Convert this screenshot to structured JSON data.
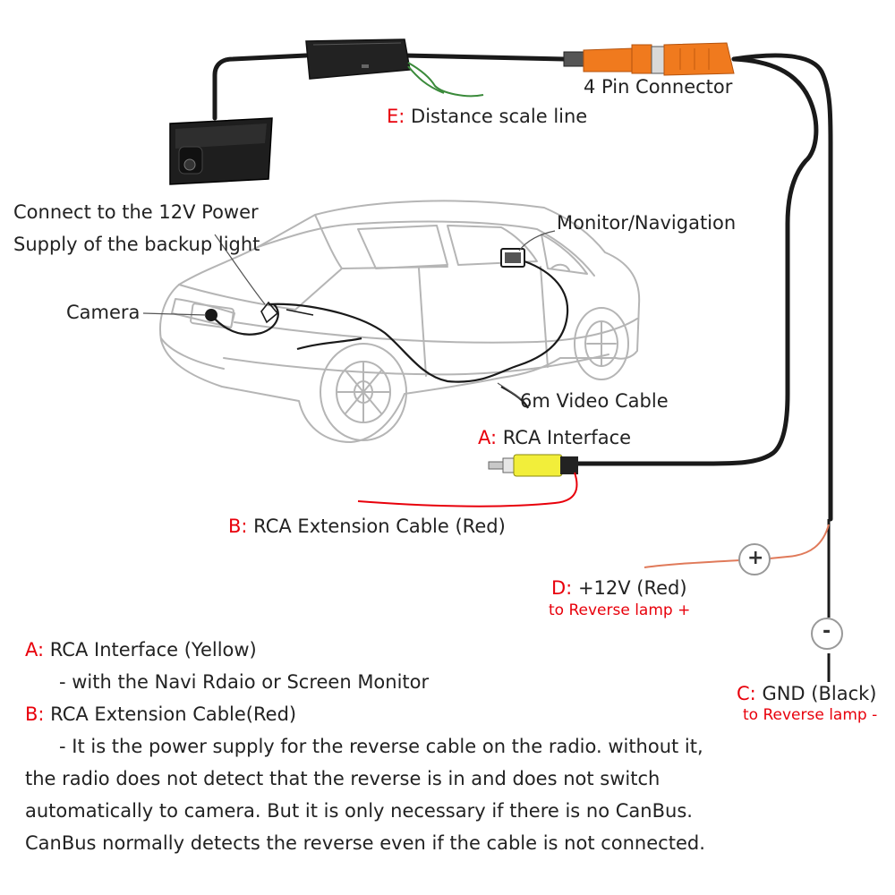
{
  "colors": {
    "accent_red": "#e8000b",
    "cable": "#1a1a1a",
    "connector_orange": "#f07a1e",
    "rca_yellow": "#f2ee3a",
    "red_wire": "#e07a5a",
    "green_wire": "#3a8a3a"
  },
  "labels": {
    "four_pin": "4 Pin Connector",
    "e_letter": "E:",
    "e_text": "Distance scale line",
    "power_line1": "Connect to the 12V Power",
    "power_line2": "Supply of the backup light",
    "monitor": "Monitor/Navigation",
    "camera": "Camera",
    "video_cable": "6m Video Cable",
    "a_letter": "A:",
    "a_text": "RCA Interface",
    "b_letter": "B:",
    "b_text": "RCA Extension Cable (Red)",
    "d_letter": "D:",
    "d_text": "+12V (Red)",
    "d_sub": "to Reverse lamp +",
    "c_letter": "C:",
    "c_text": "GND (Black)",
    "c_sub": "to Reverse lamp -",
    "plus_sign": "+",
    "minus_sign": "-"
  },
  "description": {
    "a_letter": "A:",
    "a_title": "RCA Interface (Yellow)",
    "a_detail": "- with the Navi Rdaio or Screen Monitor",
    "b_letter": "B:",
    "b_title": "RCA Extension Cable(Red)",
    "b_line1": "- It is the power supply for the reverse cable on the radio. without it,",
    "b_line2": "the radio does not detect that the reverse is in and does not switch",
    "b_line3": "automatically to camera. But it is only necessary if there is no CanBus.",
    "b_line4": "CanBus normally detects the reverse even if the cable is not connected."
  }
}
